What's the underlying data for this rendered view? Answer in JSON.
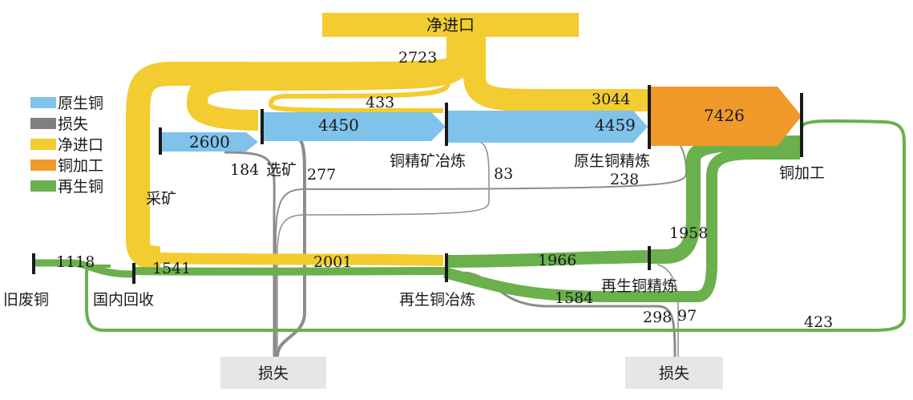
{
  "colors": {
    "primary_copper": "#80c3ea",
    "loss": "#8c8c8c",
    "net_import": "#f2cc30",
    "copper_processing": "#ef9a2a",
    "recycled_copper": "#6ab04c",
    "loss_box": "#e6e6e6"
  },
  "legend": [
    {
      "label": "原生铜",
      "color": "#80c3ea"
    },
    {
      "label": "损失",
      "color": "#7f7f7f"
    },
    {
      "label": "净进口",
      "color": "#f2cc30"
    },
    {
      "label": "铜加工",
      "color": "#ef9a2a"
    },
    {
      "label": "再生铜",
      "color": "#6ab04c"
    }
  ],
  "nodes": {
    "net_import": "净进口",
    "mining": "采矿",
    "beneficiation": "选矿",
    "smelting": "铜精矿冶炼",
    "primary_refining": "原生铜精炼",
    "processing": "铜加工",
    "old_scrap": "旧废铜",
    "domestic_recovery": "国内回收",
    "secondary_smelting": "再生铜冶炼",
    "secondary_refining": "再生铜精炼",
    "loss_left": "损失",
    "loss_right": "损失"
  },
  "flows": {
    "net_import_total": "2723",
    "import_to_smelting": "433",
    "import_to_refining": "3044",
    "import_to_secondary": "2001",
    "mining_out": "2600",
    "beneficiation_loss": "184",
    "beneficiation_out": "4450",
    "beneficiation_loss2": "277",
    "smelting_loss": "83",
    "smelting_out": "4459",
    "refining_loss": "238",
    "processing_total": "7426",
    "old_scrap": "1118",
    "domestic_recovery": "1541",
    "secondary_to_refining": "1966",
    "secondary_direct": "1584",
    "secondary_loss_a": "298",
    "secondary_loss_b": "97",
    "refined_secondary_out": "1958",
    "processing_return": "423"
  }
}
